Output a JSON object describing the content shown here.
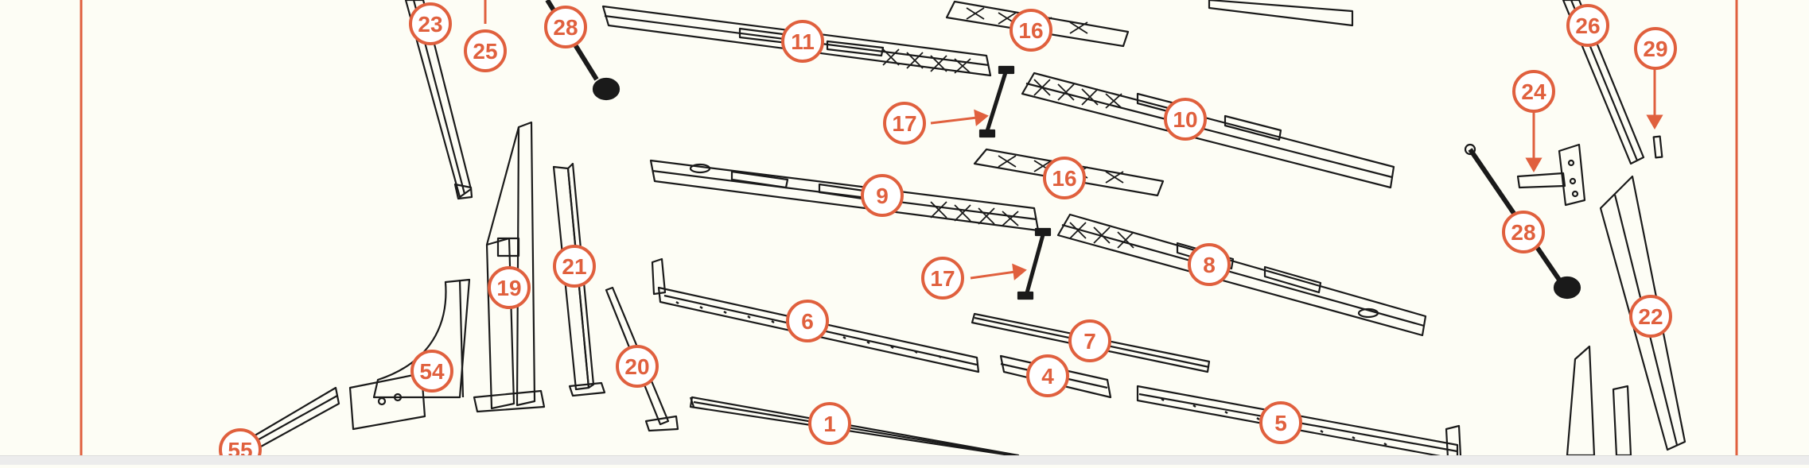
{
  "diagram": {
    "accent_color": "#e0603e",
    "line_color": "#1a1a1a",
    "background_color": "#fdfdf5",
    "callouts": [
      {
        "label": "23"
      },
      {
        "label": "25"
      },
      {
        "label": "28"
      },
      {
        "label": "11"
      },
      {
        "label": "16"
      },
      {
        "label": "17"
      },
      {
        "label": "10"
      },
      {
        "label": "16"
      },
      {
        "label": "9"
      },
      {
        "label": "17"
      },
      {
        "label": "8"
      },
      {
        "label": "19"
      },
      {
        "label": "21"
      },
      {
        "label": "20"
      },
      {
        "label": "6"
      },
      {
        "label": "7"
      },
      {
        "label": "4"
      },
      {
        "label": "5"
      },
      {
        "label": "1"
      },
      {
        "label": "54"
      },
      {
        "label": "55"
      },
      {
        "label": "26"
      },
      {
        "label": "29"
      },
      {
        "label": "24"
      },
      {
        "label": "28"
      },
      {
        "label": "22"
      }
    ]
  }
}
